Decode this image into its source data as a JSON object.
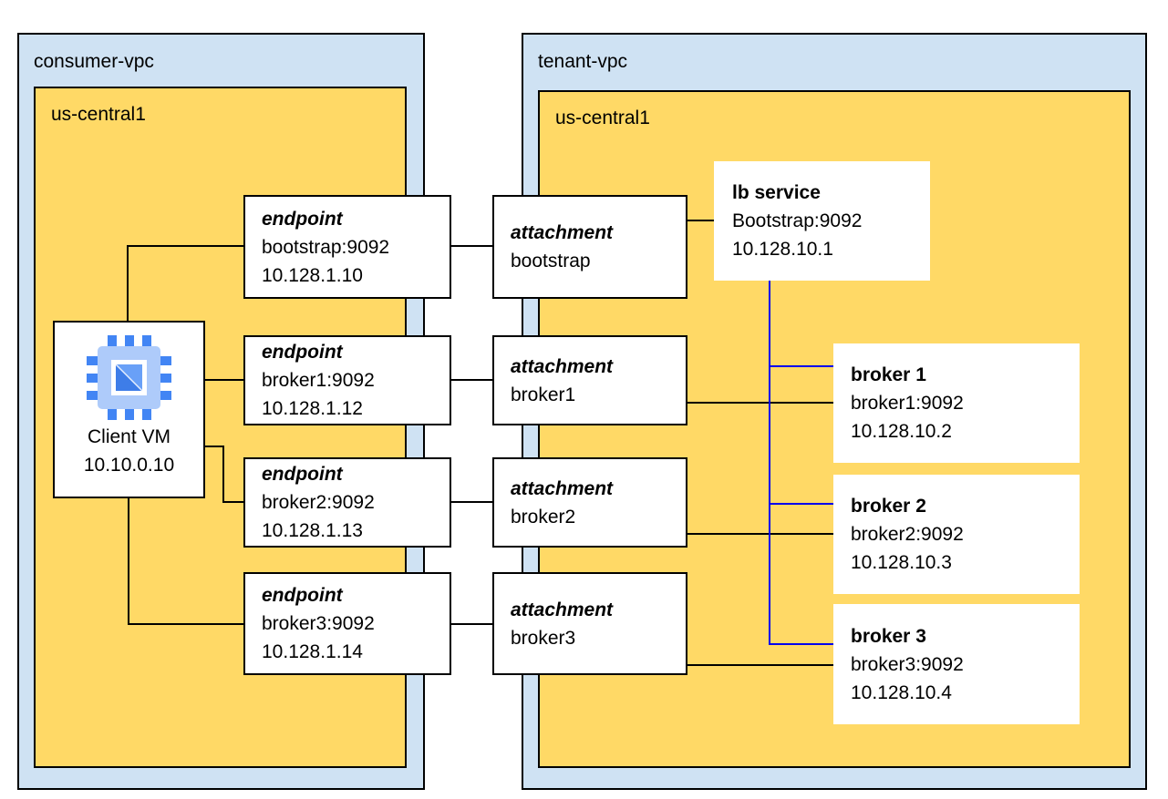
{
  "consumer_vpc": {
    "label": "consumer-vpc",
    "region_label": "us-central1"
  },
  "tenant_vpc": {
    "label": "tenant-vpc",
    "region_label": "us-central1"
  },
  "client_vm": {
    "name": "Client VM",
    "ip": "10.10.0.10",
    "icon": "compute-vm-chip-icon"
  },
  "endpoints": [
    {
      "title": "endpoint",
      "address": "bootstrap:9092",
      "ip": "10.128.1.10"
    },
    {
      "title": "endpoint",
      "address": "broker1:9092",
      "ip": "10.128.1.12"
    },
    {
      "title": "endpoint",
      "address": "broker2:9092",
      "ip": "10.128.1.13"
    },
    {
      "title": "endpoint",
      "address": "broker3:9092",
      "ip": "10.128.1.14"
    }
  ],
  "attachments": [
    {
      "title": "attachment",
      "name": "bootstrap"
    },
    {
      "title": "attachment",
      "name": "broker1"
    },
    {
      "title": "attachment",
      "name": "broker2"
    },
    {
      "title": "attachment",
      "name": "broker3"
    }
  ],
  "lb_service": {
    "title": "lb service",
    "address": "Bootstrap:9092",
    "ip": "10.128.10.1"
  },
  "brokers": [
    {
      "title": "broker 1",
      "address": "broker1:9092",
      "ip": "10.128.10.2"
    },
    {
      "title": "broker 2",
      "address": "broker2:9092",
      "ip": "10.128.10.3"
    },
    {
      "title": "broker 3",
      "address": "broker3:9092",
      "ip": "10.128.10.4"
    }
  ],
  "colors": {
    "vpc_background": "#cfe2f3",
    "region_background": "#ffd966",
    "node_background": "#ffffff",
    "connector_black": "#000000",
    "connector_blue": "#0000ee",
    "icon_chip_body": "#aecbfa",
    "icon_chip_pins": "#4285f4",
    "icon_chip_square_light": "#69a0f7",
    "icon_chip_square_dark": "#3e7de8"
  }
}
